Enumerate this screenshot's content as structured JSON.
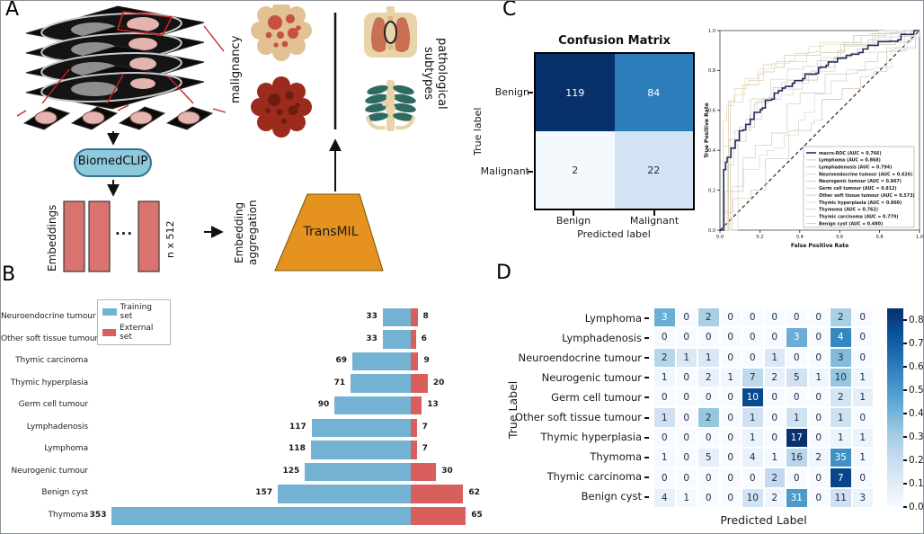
{
  "figure": {
    "panel_labels": {
      "a": "A",
      "b": "B",
      "c": "C",
      "d": "D"
    }
  },
  "panel_a": {
    "labels": {
      "malignancy": "malignancy",
      "pathological_subtypes": "pathological subtypes",
      "biomedclip": "BiomedCLIP",
      "embeddings": "Embeddings",
      "ellipsis": "...",
      "matrix_dim": "n x 512",
      "aggregation_line1": "Embedding",
      "aggregation_line2": "aggregation",
      "transmil": "TransMIL"
    },
    "colors": {
      "biomedclip_fill": "#8ec9dd",
      "biomedclip_border": "#39728c",
      "embedding_bar": "#d9736f",
      "transmil_fill": "#e6921f",
      "transmil_border": "#7a5200",
      "benign_blob": "#e2c192",
      "benign_blob_spots": "#c7503e",
      "malignant_blob": "#9c2b1d",
      "malignant_blob_spots": "#701c10",
      "anatomy_tan": "#e9d3a8",
      "lung_red": "#c96f54",
      "rib_teal": "#2f6a60",
      "annotation_red": "#cc2222"
    },
    "icons": [
      "ct-slice-stack-icon",
      "ct-crop-icons",
      "down-arrow-icon",
      "right-arrow-icon",
      "up-arrow-icon",
      "benign-tumour-icon",
      "malignant-tumour-icon",
      "lungs-icon",
      "ribcage-icon",
      "divider-line"
    ]
  },
  "chart_data": [
    {
      "id": "class-distribution",
      "type": "bar",
      "orientation": "horizontal-diverging",
      "categories": [
        "Neuroendocrine tumour",
        "Other soft tissue tumour",
        "Thymic carcinoma",
        "Thymic hyperplasia",
        "Germ cell tumour",
        "Lymphadenosis",
        "Lymphoma",
        "Neurogenic tumour",
        "Benign cyst",
        "Thymoma"
      ],
      "series": [
        {
          "name": "Training set",
          "color": "#74b2d3",
          "values": [
            33,
            33,
            69,
            71,
            90,
            117,
            118,
            125,
            157,
            353
          ]
        },
        {
          "name": "External set",
          "color": "#d95f5c",
          "values": [
            8,
            6,
            9,
            20,
            13,
            7,
            7,
            30,
            62,
            65
          ]
        }
      ],
      "legend_position": "top-left",
      "grid": false
    },
    {
      "id": "binary-confusion-matrix",
      "type": "heatmap",
      "title": "Confusion Matrix",
      "xlabel": "Predicted label",
      "ylabel": "True label",
      "x_categories": [
        "Benign",
        "Malignant"
      ],
      "y_categories": [
        "Benign",
        "Malignant"
      ],
      "values": [
        [
          119,
          84
        ],
        [
          2,
          22
        ]
      ],
      "colormap": "Blues",
      "vmax": 119
    },
    {
      "id": "roc-curves",
      "type": "line",
      "xlabel": "False Positive Rate",
      "ylabel": "True Positive Rate",
      "xlim": [
        0.0,
        1.0
      ],
      "ylim": [
        0.0,
        1.0
      ],
      "x_ticks": [
        0.0,
        0.2,
        0.4,
        0.6,
        0.8,
        1.0
      ],
      "y_ticks": [
        0.0,
        0.2,
        0.4,
        0.6,
        0.8,
        1.0
      ],
      "diagonal_reference": true,
      "legend_position": "lower-right",
      "series": [
        {
          "name": "macro-ROC (AUC = 0.766)",
          "auc": 0.766,
          "color": "#232c5c",
          "emphasis": true
        },
        {
          "name": "Lymphoma (AUC = 0.868)",
          "auc": 0.868,
          "color": "#d9c9a4"
        },
        {
          "name": "Lymphadenosis (AUC = 0.794)",
          "auc": 0.794,
          "color": "#ccc4b0"
        },
        {
          "name": "Neuroendocrine tumour (AUC = 0.626)",
          "auc": 0.626,
          "color": "#d6d6d6"
        },
        {
          "name": "Neurogenic tumour (AUC = 0.867)",
          "auc": 0.867,
          "color": "#e0cfae"
        },
        {
          "name": "Germ cell tumour (AUC = 0.812)",
          "auc": 0.812,
          "color": "#cdd3c4"
        },
        {
          "name": "Other soft tissue tumour (AUC = 0.573)",
          "auc": 0.573,
          "color": "#d8c4b4"
        },
        {
          "name": "Thymic hyperplasia (AUC = 0.860)",
          "auc": 0.86,
          "color": "#e3d9c0"
        },
        {
          "name": "Thymoma (AUC = 0.762)",
          "auc": 0.762,
          "color": "#c9cdd6"
        },
        {
          "name": "Thymic carcinoma (AUC = 0.779)",
          "auc": 0.779,
          "color": "#dcd0c4"
        },
        {
          "name": "Benign cyst (AUC = 0.680)",
          "auc": 0.68,
          "color": "#d3c9b9"
        }
      ]
    },
    {
      "id": "subtype-confusion-matrix",
      "type": "heatmap",
      "xlabel": "Predicted Label",
      "ylabel": "True Label",
      "y_categories": [
        "Lymphoma",
        "Lymphadenosis",
        "Neuroendocrine tumour",
        "Neurogenic tumour",
        "Germ cell tumour",
        "Other soft tissue tumour",
        "Thymic hyperplasia",
        "Thymoma",
        "Thymic carcinoma",
        "Benign cyst"
      ],
      "values": [
        [
          3,
          0,
          2,
          0,
          0,
          0,
          0,
          0,
          2,
          0
        ],
        [
          0,
          0,
          0,
          0,
          0,
          0,
          3,
          0,
          4,
          0
        ],
        [
          2,
          1,
          1,
          0,
          0,
          1,
          0,
          0,
          3,
          0
        ],
        [
          1,
          0,
          2,
          1,
          7,
          2,
          5,
          1,
          10,
          1
        ],
        [
          0,
          0,
          0,
          0,
          10,
          0,
          0,
          0,
          2,
          1
        ],
        [
          1,
          0,
          2,
          0,
          1,
          0,
          1,
          0,
          1,
          0
        ],
        [
          0,
          0,
          0,
          0,
          1,
          0,
          17,
          0,
          1,
          1
        ],
        [
          1,
          0,
          5,
          0,
          4,
          1,
          16,
          2,
          35,
          1
        ],
        [
          0,
          0,
          0,
          0,
          0,
          2,
          0,
          0,
          7,
          0
        ],
        [
          4,
          1,
          0,
          0,
          10,
          2,
          31,
          0,
          11,
          3
        ]
      ],
      "normalize": "row",
      "colormap": "Blues",
      "vmax_norm": 0.85,
      "colorbar_ticks": [
        0.8,
        0.7,
        0.6,
        0.5,
        0.4,
        0.3,
        0.2,
        0.1,
        0.0
      ]
    }
  ]
}
